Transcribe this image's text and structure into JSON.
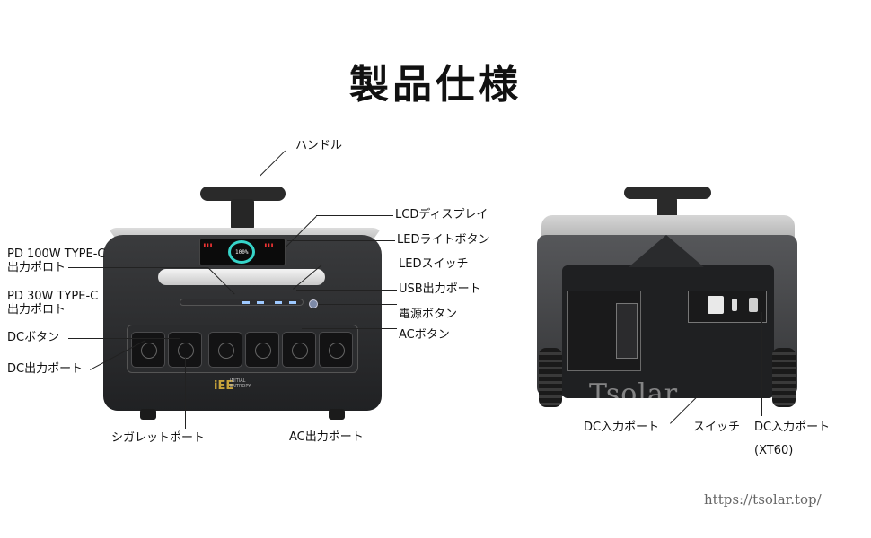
{
  "title": "製品仕様",
  "front_labels": {
    "handle": "ハンドル",
    "lcd": "LCDディスプレイ",
    "led_light_button": "LEDライトボタン",
    "led_switch": "LEDスイッチ",
    "usb_port": "USB出力ポート",
    "power_button": "電源ボタン",
    "ac_button": "ACボタン",
    "pd100_line1": "PD 100W TYPE-C",
    "pd100_line2": "出力ポロト",
    "pd30_line1": "PD 30W TYPE-C",
    "pd30_line2": "出力ポロト",
    "dc_button": "DCボタン",
    "dc_output": "DC出力ポート",
    "cigarette_port": "シガレットポート",
    "ac_output": "AC出力ポート"
  },
  "back_labels": {
    "dc_input": "DC入力ポート",
    "switch": "スイッチ",
    "dc_input_xt60": "DC入力ポート",
    "xt60": "(XT60)"
  },
  "watermark": "Tsolar",
  "url": "https://tsolar.top/",
  "lcd_readout": {
    "percent": "100%"
  },
  "brand": {
    "logo": "iEE",
    "line1": "INITIAL",
    "line2": "ENTROPY"
  }
}
